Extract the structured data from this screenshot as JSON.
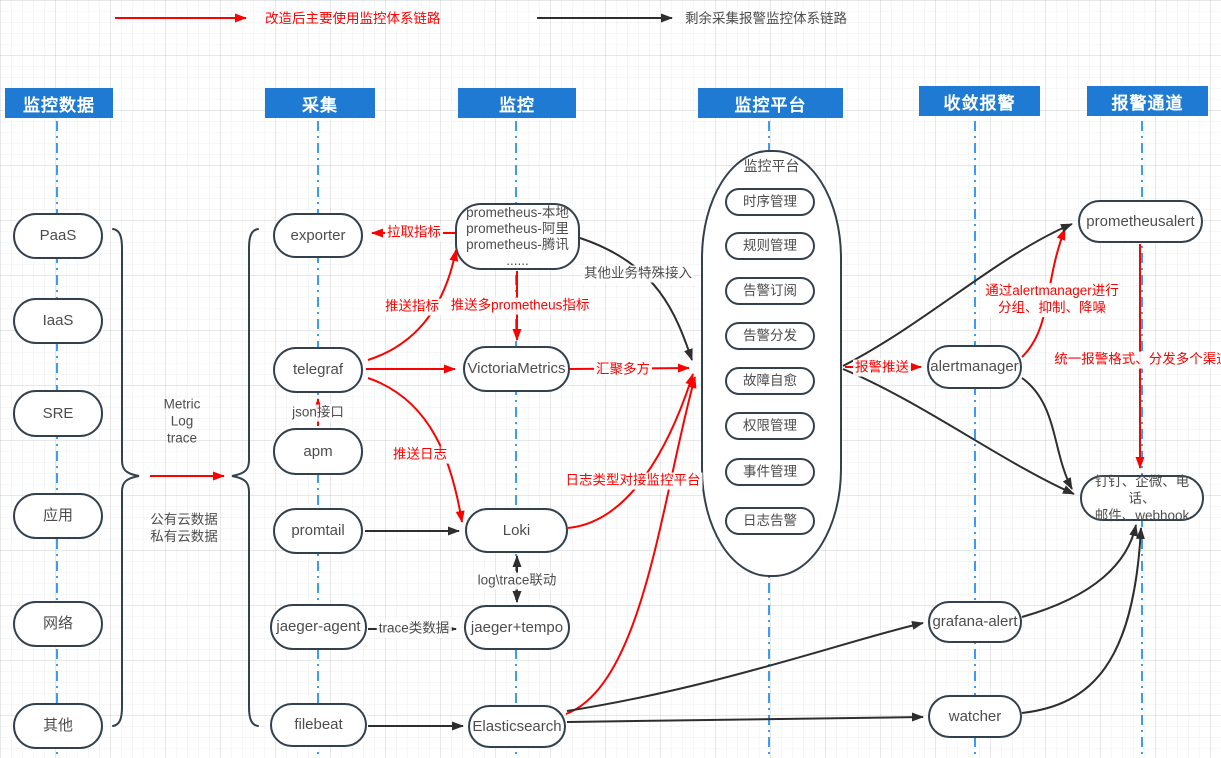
{
  "colors": {
    "header_bg": "#1e7ad2",
    "arrow_red": "#ff0000",
    "arrow_black": "#2e2e2e",
    "node_border": "#33404d",
    "guide_blue": "#3b9cf5",
    "node_text": "#4d4d4d"
  },
  "legend": {
    "red": "改造后主要使用监控体系链路",
    "black": "剩余采集报警监控体系链路"
  },
  "headers": {
    "data": "监控数据",
    "collect": "采集",
    "monitor": "监控",
    "platform": "监控平台",
    "converge": "收敛报警",
    "channel": "报警通道"
  },
  "sources": {
    "items": [
      "PaaS",
      "IaaS",
      "SRE",
      "应用",
      "网络",
      "其他"
    ],
    "note_metric": "Metric",
    "note_log": "Log",
    "note_trace": "trace",
    "note_cloud1": "公有云数据",
    "note_cloud2": "私有云数据"
  },
  "collectors": {
    "items": [
      "exporter",
      "telegraf",
      "apm",
      "promtail",
      "jaeger-agent",
      "filebeat"
    ]
  },
  "monitors": {
    "prometheus": [
      "prometheus-本地",
      "prometheus-阿里",
      "prometheus-腾讯",
      "......"
    ],
    "victoriametrics": "VictoriaMetrics",
    "loki": "Loki",
    "jaeger_tempo": "jaeger+tempo",
    "elasticsearch": "Elasticsearch"
  },
  "platform": {
    "title": "监控平台",
    "items": [
      "时序管理",
      "规则管理",
      "告警订阅",
      "告警分发",
      "故障自愈",
      "权限管理",
      "事件管理",
      "日志告警"
    ]
  },
  "converge": {
    "alertmanager": "alertmanager",
    "grafana_alert": "grafana-alert",
    "watcher": "watcher"
  },
  "channels": {
    "prometheusalert": "prometheusalert",
    "endpoints_line1": "钉钉、企微、电话、",
    "endpoints_line2": "邮件、webhook"
  },
  "edge_labels": {
    "pull_metrics": "拉取指标",
    "push_metrics": "推送指标",
    "push_multi_prom": "推送多prometheus指标",
    "other_special": "其他业务特殊接入",
    "aggregate": "汇聚多方",
    "json_api": "json接口",
    "push_logs": "推送日志",
    "log_to_platform": "日志类型对接监控平台",
    "log_trace_link": "log\\trace联动",
    "trace_data": "trace类数据",
    "alert_push": "报警推送",
    "via_alertmanager_1": "通过alertmanager进行",
    "via_alertmanager_2": "分组、抑制、降噪",
    "unify_format": "统一报警格式、分发多个渠道"
  }
}
